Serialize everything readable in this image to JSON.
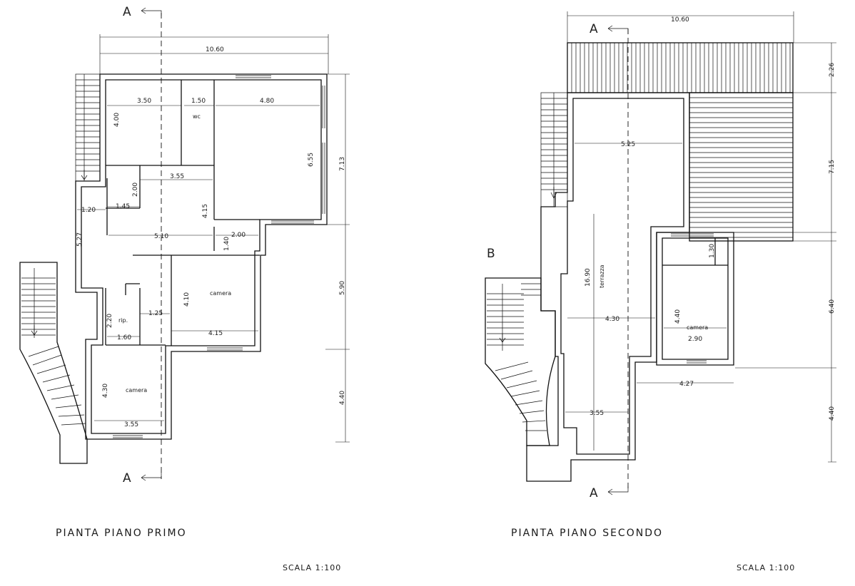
{
  "plans": [
    {
      "id": "primo",
      "title": "PIANTA PIANO PRIMO",
      "scale": "SCALA 1:100",
      "section_labels": [
        "A",
        "A"
      ],
      "overall_width": "10.60",
      "rooms": [
        {
          "name": "wc"
        },
        {
          "name": "camera"
        },
        {
          "name": "camera"
        },
        {
          "name": "rip."
        }
      ],
      "dimensions": [
        "3.50",
        "1.50",
        "4.80",
        "4.00",
        "6.55",
        "7.13",
        "3.55",
        "2.00",
        "1.45",
        "1.20",
        "4.15",
        "5.27",
        "5.10",
        "1.40",
        "2.00",
        "4.10",
        "4.15",
        "1.25",
        "2.20",
        "1.60",
        "5.90",
        "4.30",
        "3.55",
        "4.40"
      ]
    },
    {
      "id": "secondo",
      "title": "PIANTA PIANO SECONDO",
      "scale": "SCALA 1:100",
      "section_labels": [
        "A",
        "A",
        "B"
      ],
      "overall_width": "10.60",
      "rooms": [
        {
          "name": "terrazza"
        },
        {
          "name": "camera"
        }
      ],
      "dimensions": [
        "2.26",
        "5.25",
        "7.15",
        "16.90",
        "1.30",
        "4.30",
        "4.40",
        "2.90",
        "6.40",
        "4.27",
        "3.55",
        "4.40"
      ]
    }
  ]
}
